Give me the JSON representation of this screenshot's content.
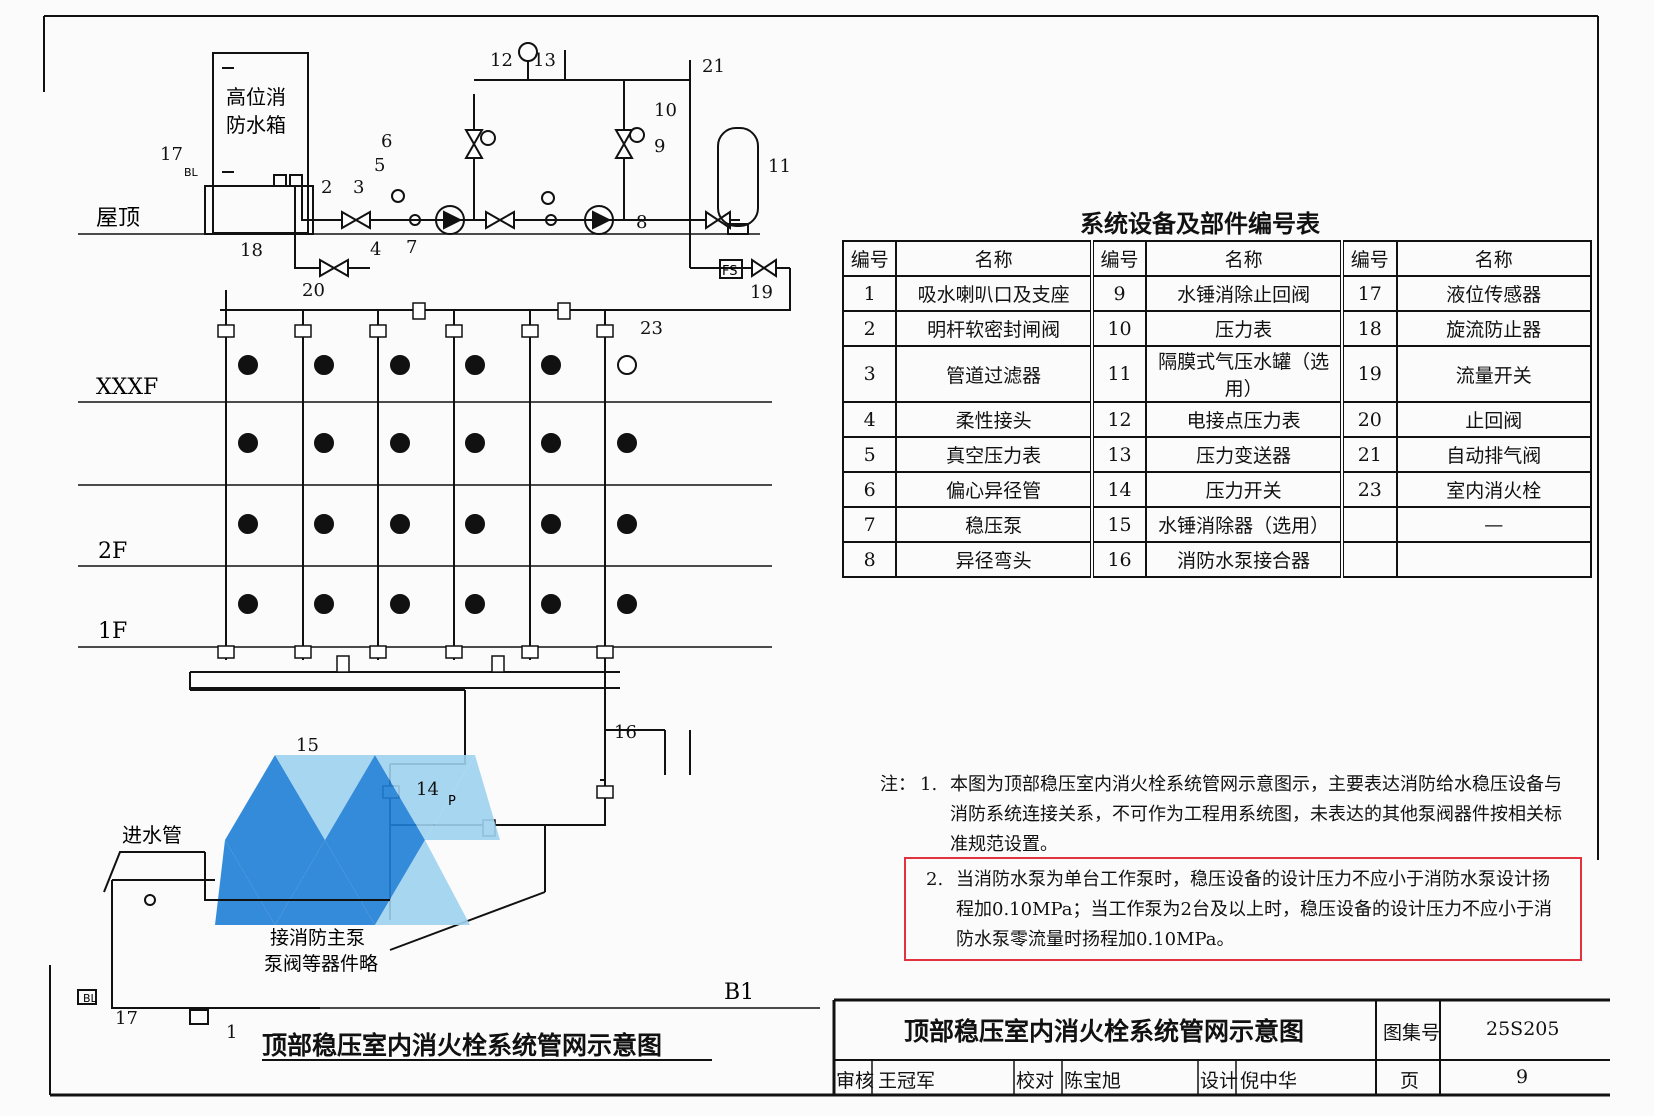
{
  "colors": {
    "ink": "#111111",
    "highlight_box": "#e0333f",
    "watermark_dark": "#1f7fd6",
    "watermark_light": "#9fd2f0"
  },
  "diagram": {
    "floors": {
      "roof": "屋顶",
      "top": "XXXF",
      "f2": "2F",
      "f1": "1F",
      "b1": "B1"
    },
    "tank": {
      "line1": "高位消",
      "line2": "防水箱"
    },
    "inlet": "进水管",
    "main_pump_note_1": "接消防主泵",
    "main_pump_note_2": "泵阀等器件略",
    "level_sensor_tag": "BL",
    "flow_switch_tag": "FS",
    "pressure_switch_tag": "P",
    "callouts": [
      "1",
      "2",
      "3",
      "4",
      "5",
      "6",
      "7",
      "8",
      "9",
      "10",
      "11",
      "12",
      "13",
      "14",
      "15",
      "16",
      "17",
      "18",
      "19",
      "20",
      "21",
      "23"
    ],
    "drawing_title": "顶部稳压室内消火栓系统管网示意图"
  },
  "table": {
    "title": "系统设备及部件编号表",
    "headers": [
      "编号",
      "名称",
      "编号",
      "名称",
      "编号",
      "名称"
    ],
    "rows": [
      [
        {
          "no": "1",
          "name": "吸水喇叭口及支座"
        },
        {
          "no": "9",
          "name": "水锤消除止回阀"
        },
        {
          "no": "17",
          "name": "液位传感器"
        }
      ],
      [
        {
          "no": "2",
          "name": "明杆软密封闸阀"
        },
        {
          "no": "10",
          "name": "压力表"
        },
        {
          "no": "18",
          "name": "旋流防止器"
        }
      ],
      [
        {
          "no": "3",
          "name": "管道过滤器"
        },
        {
          "no": "11",
          "name": "隔膜式气压水罐（选用）"
        },
        {
          "no": "19",
          "name": "流量开关"
        }
      ],
      [
        {
          "no": "4",
          "name": "柔性接头"
        },
        {
          "no": "12",
          "name": "电接点压力表"
        },
        {
          "no": "20",
          "name": "止回阀"
        }
      ],
      [
        {
          "no": "5",
          "name": "真空压力表"
        },
        {
          "no": "13",
          "name": "压力变送器"
        },
        {
          "no": "21",
          "name": "自动排气阀"
        }
      ],
      [
        {
          "no": "6",
          "name": "偏心异径管"
        },
        {
          "no": "14",
          "name": "压力开关"
        },
        {
          "no": "23",
          "name": "室内消火栓"
        }
      ],
      [
        {
          "no": "7",
          "name": "稳压泵"
        },
        {
          "no": "15",
          "name": "水锤消除器（选用）"
        },
        {
          "no": "",
          "name": "—"
        }
      ],
      [
        {
          "no": "8",
          "name": "异径弯头"
        },
        {
          "no": "16",
          "name": "消防水泵接合器"
        },
        {
          "no": "",
          "name": ""
        }
      ]
    ]
  },
  "notes": {
    "label": "注：",
    "n1_num": "1.",
    "n1_text": "本图为顶部稳压室内消火栓系统管网示意图示，主要表达消防给水稳压设备与消防系统连接关系，不可作为工程用系统图，未表达的其他泵阀器件按相关标准规范设置。",
    "n2_num": "2.",
    "n2_text": "当消防水泵为单台工作泵时，稳压设备的设计压力不应小于消防水泵设计扬程加0.10MPa；当工作泵为2台及以上时，稳压设备的设计压力不应小于消防水泵零流量时扬程加0.10MPa。"
  },
  "title_block": {
    "title": "顶部稳压室内消火栓系统管网示意图",
    "atlas_label": "图集号",
    "atlas_no": "25S205",
    "review_label": "审核",
    "reviewer": "王冠军",
    "check_label": "校对",
    "checker": "陈宝旭",
    "design_label": "设计",
    "designer": "倪中华",
    "page_label": "页",
    "page_no": "9"
  }
}
